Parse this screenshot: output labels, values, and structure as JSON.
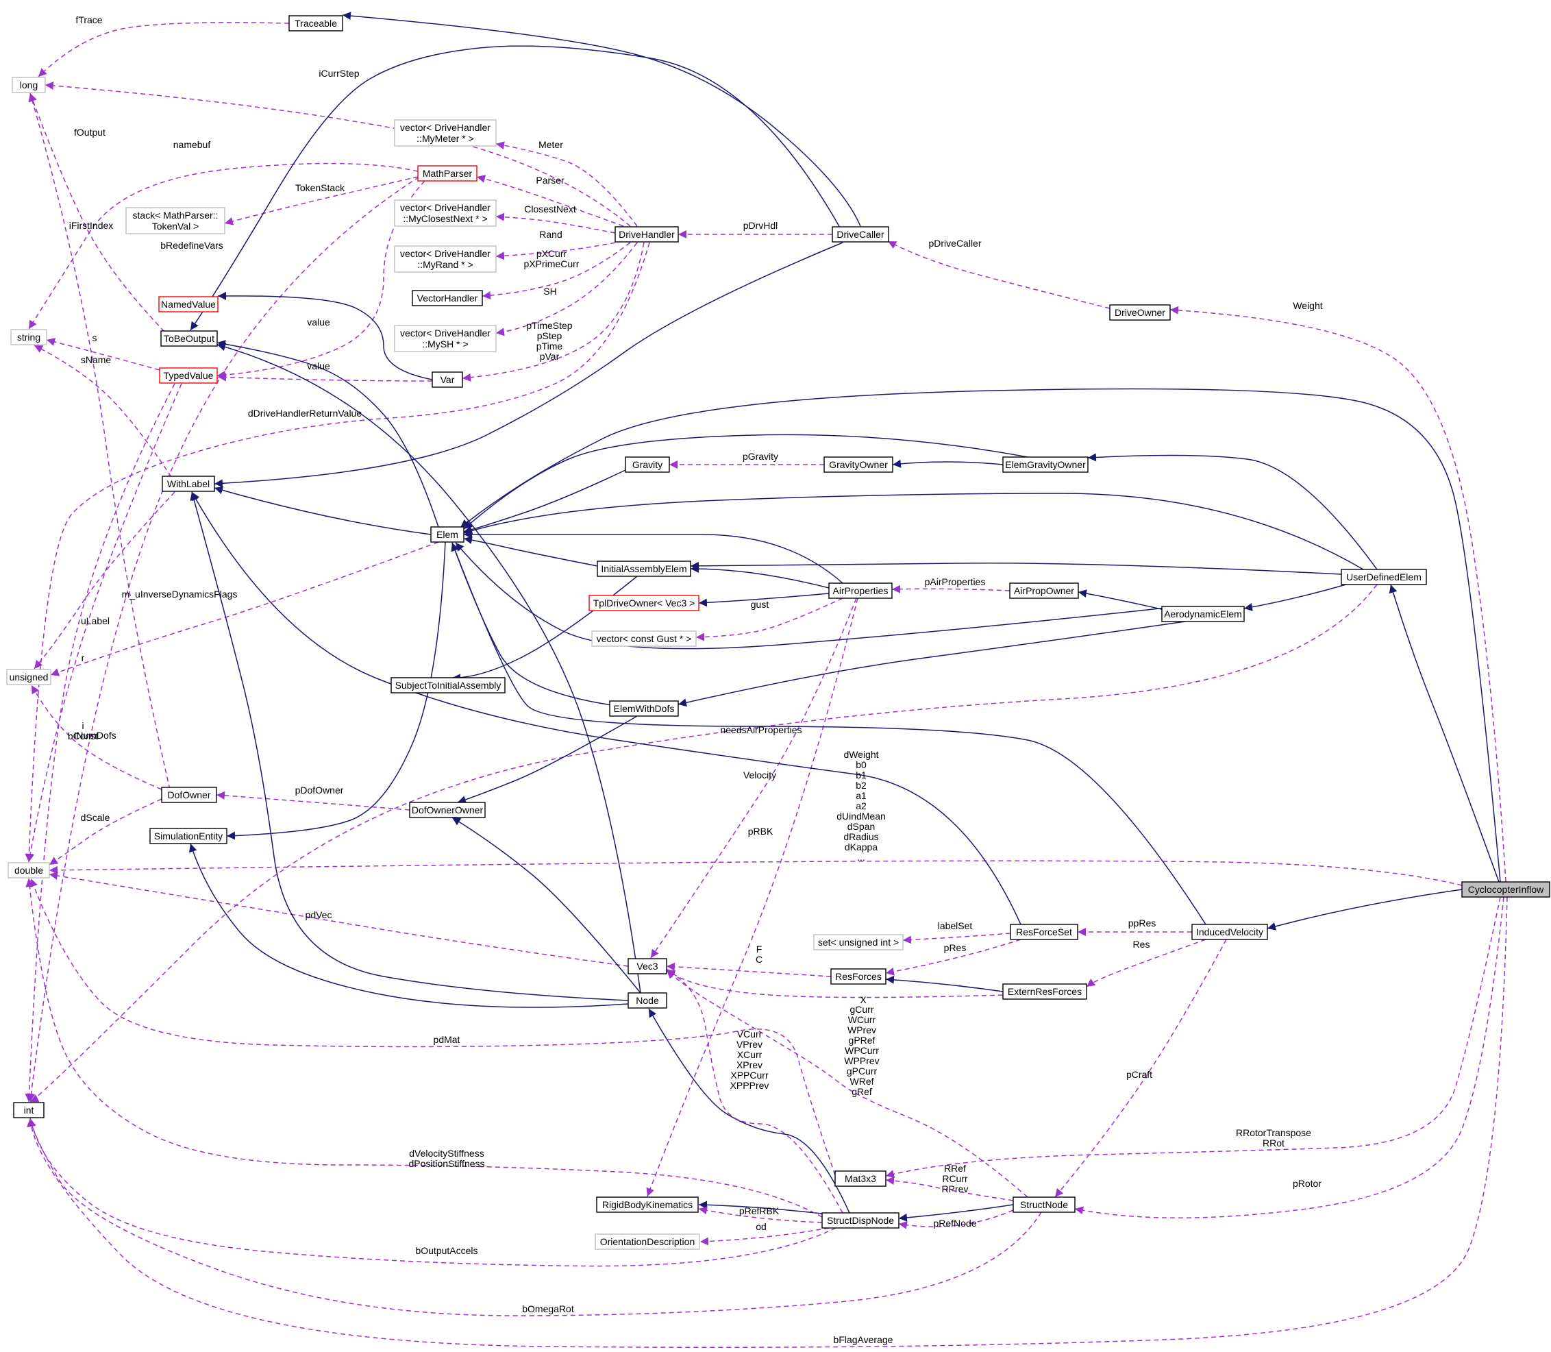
{
  "colors": {
    "inheritance": "#191970",
    "usage": "#9a32cd",
    "box_border": "#000000",
    "box_border_undocumented": "#bfbfbf",
    "box_border_truncated": "#ff0000",
    "focus_fill": "#bfbfbf",
    "box_fill": "#ffffff"
  },
  "nodes": [
    {
      "id": "Traceable",
      "label": "Traceable",
      "kind": "normal"
    },
    {
      "id": "long",
      "label": "long",
      "kind": "plain"
    },
    {
      "id": "vecMeter",
      "label": "vector< DriveHandler\n::MyMeter * >",
      "kind": "plain"
    },
    {
      "id": "MathParser",
      "label": "MathParser",
      "kind": "truncated"
    },
    {
      "id": "stackToken",
      "label": "stack< MathParser::\nTokenVal >",
      "kind": "plain"
    },
    {
      "id": "vecClosest",
      "label": "vector< DriveHandler\n::MyClosestNext * >",
      "kind": "plain"
    },
    {
      "id": "DriveHandler",
      "label": "DriveHandler",
      "kind": "normal"
    },
    {
      "id": "DriveCaller",
      "label": "DriveCaller",
      "kind": "normal"
    },
    {
      "id": "vecRand",
      "label": "vector< DriveHandler\n::MyRand * >",
      "kind": "plain"
    },
    {
      "id": "VectorHandler",
      "label": "VectorHandler",
      "kind": "normal"
    },
    {
      "id": "NamedValue",
      "label": "NamedValue",
      "kind": "truncated"
    },
    {
      "id": "vecSH",
      "label": "vector< DriveHandler\n::MySH * >",
      "kind": "plain"
    },
    {
      "id": "string",
      "label": "string",
      "kind": "plain"
    },
    {
      "id": "ToBeOutput",
      "label": "ToBeOutput",
      "kind": "normal"
    },
    {
      "id": "TypedValue",
      "label": "TypedValue",
      "kind": "truncated"
    },
    {
      "id": "Var",
      "label": "Var",
      "kind": "normal"
    },
    {
      "id": "DriveOwner",
      "label": "DriveOwner",
      "kind": "normal"
    },
    {
      "id": "Gravity",
      "label": "Gravity",
      "kind": "normal"
    },
    {
      "id": "GravityOwner",
      "label": "GravityOwner",
      "kind": "normal"
    },
    {
      "id": "ElemGravityOwner",
      "label": "ElemGravityOwner",
      "kind": "normal"
    },
    {
      "id": "WithLabel",
      "label": "WithLabel",
      "kind": "normal"
    },
    {
      "id": "Elem",
      "label": "Elem",
      "kind": "normal"
    },
    {
      "id": "InitialAssemblyElem",
      "label": "InitialAssemblyElem",
      "kind": "normal"
    },
    {
      "id": "AirProperties",
      "label": "AirProperties",
      "kind": "normal"
    },
    {
      "id": "AirPropOwner",
      "label": "AirPropOwner",
      "kind": "normal"
    },
    {
      "id": "UserDefinedElem",
      "label": "UserDefinedElem",
      "kind": "normal"
    },
    {
      "id": "TplDriveOwner",
      "label": "TplDriveOwner< Vec3 >",
      "kind": "truncated"
    },
    {
      "id": "AerodynamicElem",
      "label": "AerodynamicElem",
      "kind": "normal"
    },
    {
      "id": "vecGust",
      "label": "vector< const Gust * >",
      "kind": "plain"
    },
    {
      "id": "unsigned",
      "label": "unsigned",
      "kind": "plain"
    },
    {
      "id": "SubjectToInitialAssembly",
      "label": "SubjectToInitialAssembly",
      "kind": "normal"
    },
    {
      "id": "ElemWithDofs",
      "label": "ElemWithDofs",
      "kind": "normal"
    },
    {
      "id": "DofOwner",
      "label": "DofOwner",
      "kind": "normal"
    },
    {
      "id": "DofOwnerOwner",
      "label": "DofOwnerOwner",
      "kind": "normal"
    },
    {
      "id": "SimulationEntity",
      "label": "SimulationEntity",
      "kind": "normal"
    },
    {
      "id": "double",
      "label": "double",
      "kind": "plain"
    },
    {
      "id": "CyclocopterInflow",
      "label": "CyclocopterInflow",
      "kind": "focus"
    },
    {
      "id": "ResForceSet",
      "label": "ResForceSet",
      "kind": "normal"
    },
    {
      "id": "InducedVelocity",
      "label": "InducedVelocity",
      "kind": "normal"
    },
    {
      "id": "setUnsigned",
      "label": "set< unsigned int >",
      "kind": "plain"
    },
    {
      "id": "Vec3",
      "label": "Vec3",
      "kind": "normal"
    },
    {
      "id": "ResForces",
      "label": "ResForces",
      "kind": "normal"
    },
    {
      "id": "ExternResForces",
      "label": "ExternResForces",
      "kind": "normal"
    },
    {
      "id": "Node",
      "label": "Node",
      "kind": "normal"
    },
    {
      "id": "int",
      "label": "int",
      "kind": "normal"
    },
    {
      "id": "Mat3x3",
      "label": "Mat3x3",
      "kind": "normal"
    },
    {
      "id": "RigidBodyKinematics",
      "label": "RigidBodyKinematics",
      "kind": "normal"
    },
    {
      "id": "StructDispNode",
      "label": "StructDispNode",
      "kind": "normal"
    },
    {
      "id": "StructNode",
      "label": "StructNode",
      "kind": "normal"
    },
    {
      "id": "OrientationDescription",
      "label": "OrientationDescription",
      "kind": "plain"
    }
  ],
  "edges": [
    {
      "from": "DriveCaller",
      "to": "Traceable",
      "type": "inheritance",
      "label": ""
    },
    {
      "from": "Traceable",
      "to": "long",
      "type": "usage",
      "label": "fTrace"
    },
    {
      "from": "DriveHandler",
      "to": "long",
      "type": "usage",
      "label": "iCurrStep"
    },
    {
      "from": "ToBeOutput",
      "to": "long",
      "type": "usage",
      "label": "fOutput"
    },
    {
      "from": "MathParser",
      "to": "string",
      "type": "usage",
      "label": "namebuf"
    },
    {
      "from": "DofOwner",
      "to": "long",
      "type": "usage",
      "label": "iFirstIndex"
    },
    {
      "from": "DriveHandler",
      "to": "vecMeter",
      "type": "usage",
      "label": "Meter"
    },
    {
      "from": "DriveHandler",
      "to": "MathParser",
      "type": "usage",
      "label": "Parser"
    },
    {
      "from": "MathParser",
      "to": "stackToken",
      "type": "usage",
      "label": "TokenStack"
    },
    {
      "from": "MathParser",
      "to": "int",
      "type": "usage",
      "label": "bRedefineVars"
    },
    {
      "from": "MathParser",
      "to": "TypedValue",
      "type": "usage",
      "label": "value"
    },
    {
      "from": "DriveHandler",
      "to": "vecClosest",
      "type": "usage",
      "label": "ClosestNext"
    },
    {
      "from": "DriveCaller",
      "to": "DriveHandler",
      "type": "usage",
      "label": "pDrvHdl"
    },
    {
      "from": "DriveHandler",
      "to": "vecRand",
      "type": "usage",
      "label": "Rand"
    },
    {
      "from": "DriveHandler",
      "to": "VectorHandler",
      "type": "usage",
      "label": "pXCurr\npXPrimeCurr"
    },
    {
      "from": "DriveHandler",
      "to": "vecSH",
      "type": "usage",
      "label": "SH"
    },
    {
      "from": "DriveHandler",
      "to": "Var",
      "type": "usage",
      "label": "pTimeStep\npStep\npTime\npVar"
    },
    {
      "from": "DriveHandler",
      "to": "double",
      "type": "usage",
      "label": "dDriveHandlerReturnValue"
    },
    {
      "from": "DriveCaller",
      "to": "ToBeOutput",
      "type": "inheritance",
      "label": ""
    },
    {
      "from": "DriveCaller",
      "to": "WithLabel",
      "type": "inheritance",
      "label": ""
    },
    {
      "from": "DriveOwner",
      "to": "DriveCaller",
      "type": "usage",
      "label": "pDriveCaller"
    },
    {
      "from": "CyclocopterInflow",
      "to": "DriveOwner",
      "type": "usage",
      "label": "Weight"
    },
    {
      "from": "Var",
      "to": "NamedValue",
      "type": "inheritance",
      "label": ""
    },
    {
      "from": "Var",
      "to": "TypedValue",
      "type": "usage",
      "label": "value"
    },
    {
      "from": "TypedValue",
      "to": "string",
      "type": "usage",
      "label": "s"
    },
    {
      "from": "TypedValue",
      "to": "int",
      "type": "usage",
      "label": "r"
    },
    {
      "from": "TypedValue",
      "to": "double",
      "type": "usage",
      "label": "i\nbConst"
    },
    {
      "from": "WithLabel",
      "to": "string",
      "type": "usage",
      "label": "sName"
    },
    {
      "from": "WithLabel",
      "to": "unsigned",
      "type": "usage",
      "label": "uLabel"
    },
    {
      "from": "Elem",
      "to": "WithLabel",
      "type": "inheritance",
      "label": ""
    },
    {
      "from": "Elem",
      "to": "ToBeOutput",
      "type": "inheritance",
      "label": ""
    },
    {
      "from": "Elem",
      "to": "SimulationEntity",
      "type": "inheritance",
      "label": ""
    },
    {
      "from": "Elem",
      "to": "unsigned",
      "type": "usage",
      "label": "m_uInverseDynamicsFlags"
    },
    {
      "from": "Gravity",
      "to": "Elem",
      "type": "inheritance",
      "label": ""
    },
    {
      "from": "GravityOwner",
      "to": "Gravity",
      "type": "usage",
      "label": "pGravity"
    },
    {
      "from": "ElemGravityOwner",
      "to": "GravityOwner",
      "type": "inheritance",
      "label": ""
    },
    {
      "from": "ElemGravityOwner",
      "to": "Elem",
      "type": "inheritance",
      "label": ""
    },
    {
      "from": "InitialAssemblyElem",
      "to": "Elem",
      "type": "inheritance",
      "label": ""
    },
    {
      "from": "InitialAssemblyElem",
      "to": "SubjectToInitialAssembly",
      "type": "inheritance",
      "label": ""
    },
    {
      "from": "AirProperties",
      "to": "Elem",
      "type": "inheritance",
      "label": ""
    },
    {
      "from": "AirProperties",
      "to": "InitialAssemblyElem",
      "type": "inheritance",
      "label": ""
    },
    {
      "from": "AirProperties",
      "to": "TplDriveOwner",
      "type": "inheritance",
      "label": ""
    },
    {
      "from": "AirProperties",
      "to": "vecGust",
      "type": "usage",
      "label": "gust"
    },
    {
      "from": "AirProperties",
      "to": "Vec3",
      "type": "usage",
      "label": "Velocity"
    },
    {
      "from": "AirProperties",
      "to": "RigidBodyKinematics",
      "type": "usage",
      "label": "pRBK"
    },
    {
      "from": "AirPropOwner",
      "to": "AirProperties",
      "type": "usage",
      "label": "pAirProperties"
    },
    {
      "from": "AerodynamicElem",
      "to": "AirPropOwner",
      "type": "inheritance",
      "label": ""
    },
    {
      "from": "AerodynamicElem",
      "to": "Elem",
      "type": "inheritance",
      "label": ""
    },
    {
      "from": "AerodynamicElem",
      "to": "ElemWithDofs",
      "type": "inheritance",
      "label": ""
    },
    {
      "from": "UserDefinedElem",
      "to": "Elem",
      "type": "inheritance",
      "label": ""
    },
    {
      "from": "UserDefinedElem",
      "to": "ElemGravityOwner",
      "type": "inheritance",
      "label": ""
    },
    {
      "from": "UserDefinedElem",
      "to": "InitialAssemblyElem",
      "type": "inheritance",
      "label": ""
    },
    {
      "from": "UserDefinedElem",
      "to": "AerodynamicElem",
      "type": "inheritance",
      "label": ""
    },
    {
      "from": "UserDefinedElem",
      "to": "int",
      "type": "usage",
      "label": "needsAirProperties"
    },
    {
      "from": "ElemWithDofs",
      "to": "Elem",
      "type": "inheritance",
      "label": ""
    },
    {
      "from": "ElemWithDofs",
      "to": "DofOwnerOwner",
      "type": "inheritance",
      "label": ""
    },
    {
      "from": "DofOwnerOwner",
      "to": "DofOwner",
      "type": "usage",
      "label": "pDofOwner"
    },
    {
      "from": "DofOwner",
      "to": "unsigned",
      "type": "usage",
      "label": "iNumDofs"
    },
    {
      "from": "DofOwner",
      "to": "double",
      "type": "usage",
      "label": "dScale"
    },
    {
      "from": "CyclocopterInflow",
      "to": "Elem",
      "type": "inheritance",
      "label": ""
    },
    {
      "from": "CyclocopterInflow",
      "to": "UserDefinedElem",
      "type": "inheritance",
      "label": ""
    },
    {
      "from": "CyclocopterInflow",
      "to": "InducedVelocity",
      "type": "inheritance",
      "label": ""
    },
    {
      "from": "CyclocopterInflow",
      "to": "double",
      "type": "usage",
      "label": "dWeight\nb0\nb1\nb2\na1\na2\ndUindMean\ndSpan\ndRadius\ndKappa\n..."
    },
    {
      "from": "CyclocopterInflow",
      "to": "Mat3x3",
      "type": "usage",
      "label": "RRotorTranspose\nRRot"
    },
    {
      "from": "CyclocopterInflow",
      "to": "StructNode",
      "type": "usage",
      "label": "pRotor"
    },
    {
      "from": "CyclocopterInflow",
      "to": "int",
      "type": "usage",
      "label": "bFlagAverage"
    },
    {
      "from": "InducedVelocity",
      "to": "Elem",
      "type": "inheritance",
      "label": ""
    },
    {
      "from": "InducedVelocity",
      "to": "ResForceSet",
      "type": "usage",
      "label": "ppRes"
    },
    {
      "from": "InducedVelocity",
      "to": "ExternResForces",
      "type": "usage",
      "label": "Res"
    },
    {
      "from": "InducedVelocity",
      "to": "StructNode",
      "type": "usage",
      "label": "pCraft"
    },
    {
      "from": "ResForceSet",
      "to": "WithLabel",
      "type": "inheritance",
      "label": ""
    },
    {
      "from": "ResForceSet",
      "to": "setUnsigned",
      "type": "usage",
      "label": "labelSet"
    },
    {
      "from": "ResForceSet",
      "to": "ResForces",
      "type": "usage",
      "label": "pRes"
    },
    {
      "from": "ResForces",
      "to": "Vec3",
      "type": "usage",
      "label": "F\nC"
    },
    {
      "from": "ExternResForces",
      "to": "ResForces",
      "type": "inheritance",
      "label": ""
    },
    {
      "from": "ExternResForces",
      "to": "Vec3",
      "type": "usage",
      "label": "X"
    },
    {
      "from": "Vec3",
      "to": "double",
      "type": "usage",
      "label": "pdVec"
    },
    {
      "from": "Mat3x3",
      "to": "double",
      "type": "usage",
      "label": "pdMat"
    },
    {
      "from": "Node",
      "to": "WithLabel",
      "type": "inheritance",
      "label": ""
    },
    {
      "from": "Node",
      "to": "ToBeOutput",
      "type": "inheritance",
      "label": ""
    },
    {
      "from": "Node",
      "to": "SimulationEntity",
      "type": "inheritance",
      "label": ""
    },
    {
      "from": "Node",
      "to": "DofOwnerOwner",
      "type": "inheritance",
      "label": ""
    },
    {
      "from": "StructDispNode",
      "to": "Node",
      "type": "inheritance",
      "label": ""
    },
    {
      "from": "StructDispNode",
      "to": "RigidBodyKinematics",
      "type": "inheritance",
      "label": ""
    },
    {
      "from": "StructDispNode",
      "to": "RigidBodyKinematics",
      "type": "usage",
      "label": "pRefRBK"
    },
    {
      "from": "StructDispNode",
      "to": "OrientationDescription",
      "type": "usage",
      "label": "od"
    },
    {
      "from": "StructDispNode",
      "to": "Vec3",
      "type": "usage",
      "label": "VCurr\nVPrev\nXCurr\nXPrev\nXPPCurr\nXPPPrev"
    },
    {
      "from": "StructDispNode",
      "to": "double",
      "type": "usage",
      "label": "dVelocityStiffness\ndPositionStiffness"
    },
    {
      "from": "StructDispNode",
      "to": "int",
      "type": "usage",
      "label": "bOutputAccels"
    },
    {
      "from": "StructNode",
      "to": "StructDispNode",
      "type": "inheritance",
      "label": ""
    },
    {
      "from": "StructNode",
      "to": "StructDispNode",
      "type": "usage",
      "label": "pRefNode"
    },
    {
      "from": "StructNode",
      "to": "Mat3x3",
      "type": "usage",
      "label": "RRef\nRCurr\nRPrev"
    },
    {
      "from": "StructNode",
      "to": "Vec3",
      "type": "usage",
      "label": "gCurr\nWCurr\nWPrev\ngPRef\nWPCurr\nWPPrev\ngPCurr\nWRef\ngRef"
    },
    {
      "from": "StructNode",
      "to": "int",
      "type": "usage",
      "label": "bOmegaRot"
    }
  ]
}
